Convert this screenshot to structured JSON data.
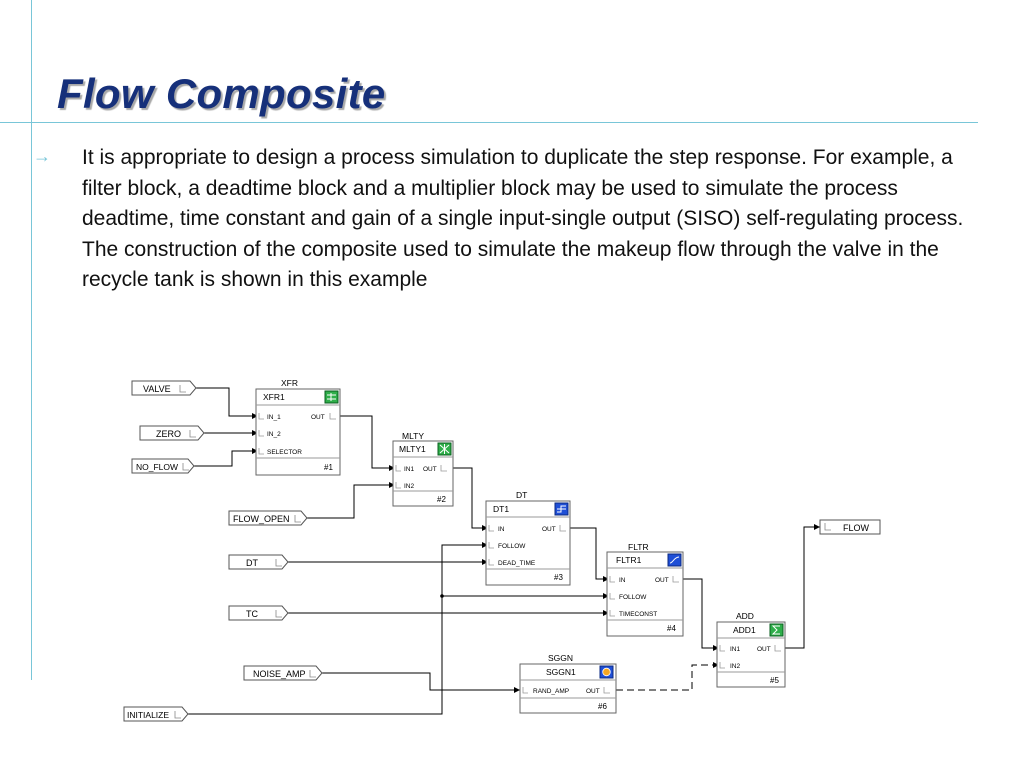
{
  "slide": {
    "title": "Flow Composite",
    "bullet": "It is appropriate to design a process simulation to duplicate the step response. For example, a filter block, a deadtime block and a multiplier block may be used to simulate the process deadtime, time constant and gain of a single input-single output (SISO) self-regulating process. The construction of the composite used to simulate the makeup flow through the valve in the recycle tank is shown in this example"
  },
  "diagram": {
    "inputs": {
      "valve": "VALVE",
      "zero": "ZERO",
      "no_flow": "NO_FLOW",
      "flow_open": "FLOW_OPEN",
      "dt": "DT",
      "tc": "TC",
      "noise_amp": "NOISE_AMP",
      "initialize": "INITIALIZE"
    },
    "output": "FLOW",
    "blocks": {
      "xfr": {
        "type": "XFR",
        "name": "XFR1",
        "in1": "IN_1",
        "in2": "IN_2",
        "in3": "SELECTOR",
        "out": "OUT",
        "num": "#1"
      },
      "mlty": {
        "type": "MLTY",
        "name": "MLTY1",
        "in1": "IN1",
        "in2": "IN2",
        "out": "OUT",
        "num": "#2"
      },
      "dt": {
        "type": "DT",
        "name": "DT1",
        "in1": "IN",
        "in2": "FOLLOW",
        "in3": "DEAD_TIME",
        "out": "OUT",
        "num": "#3"
      },
      "fltr": {
        "type": "FLTR",
        "name": "FLTR1",
        "in1": "IN",
        "in2": "FOLLOW",
        "in3": "TIMECONST",
        "out": "OUT",
        "num": "#4"
      },
      "add": {
        "type": "ADD",
        "name": "ADD1",
        "in1": "IN1",
        "in2": "IN2",
        "out": "OUT",
        "num": "#5"
      },
      "sggn": {
        "type": "SGGN",
        "name": "SGGN1",
        "in1": "RAND_AMP",
        "out": "OUT",
        "num": "#6"
      }
    },
    "icons": {
      "xfr": "transfer-icon",
      "mlty": "multiply-icon",
      "dt": "deadtime-icon",
      "fltr": "filter-icon",
      "add": "sum-icon",
      "sggn": "signal-generator-icon"
    }
  }
}
